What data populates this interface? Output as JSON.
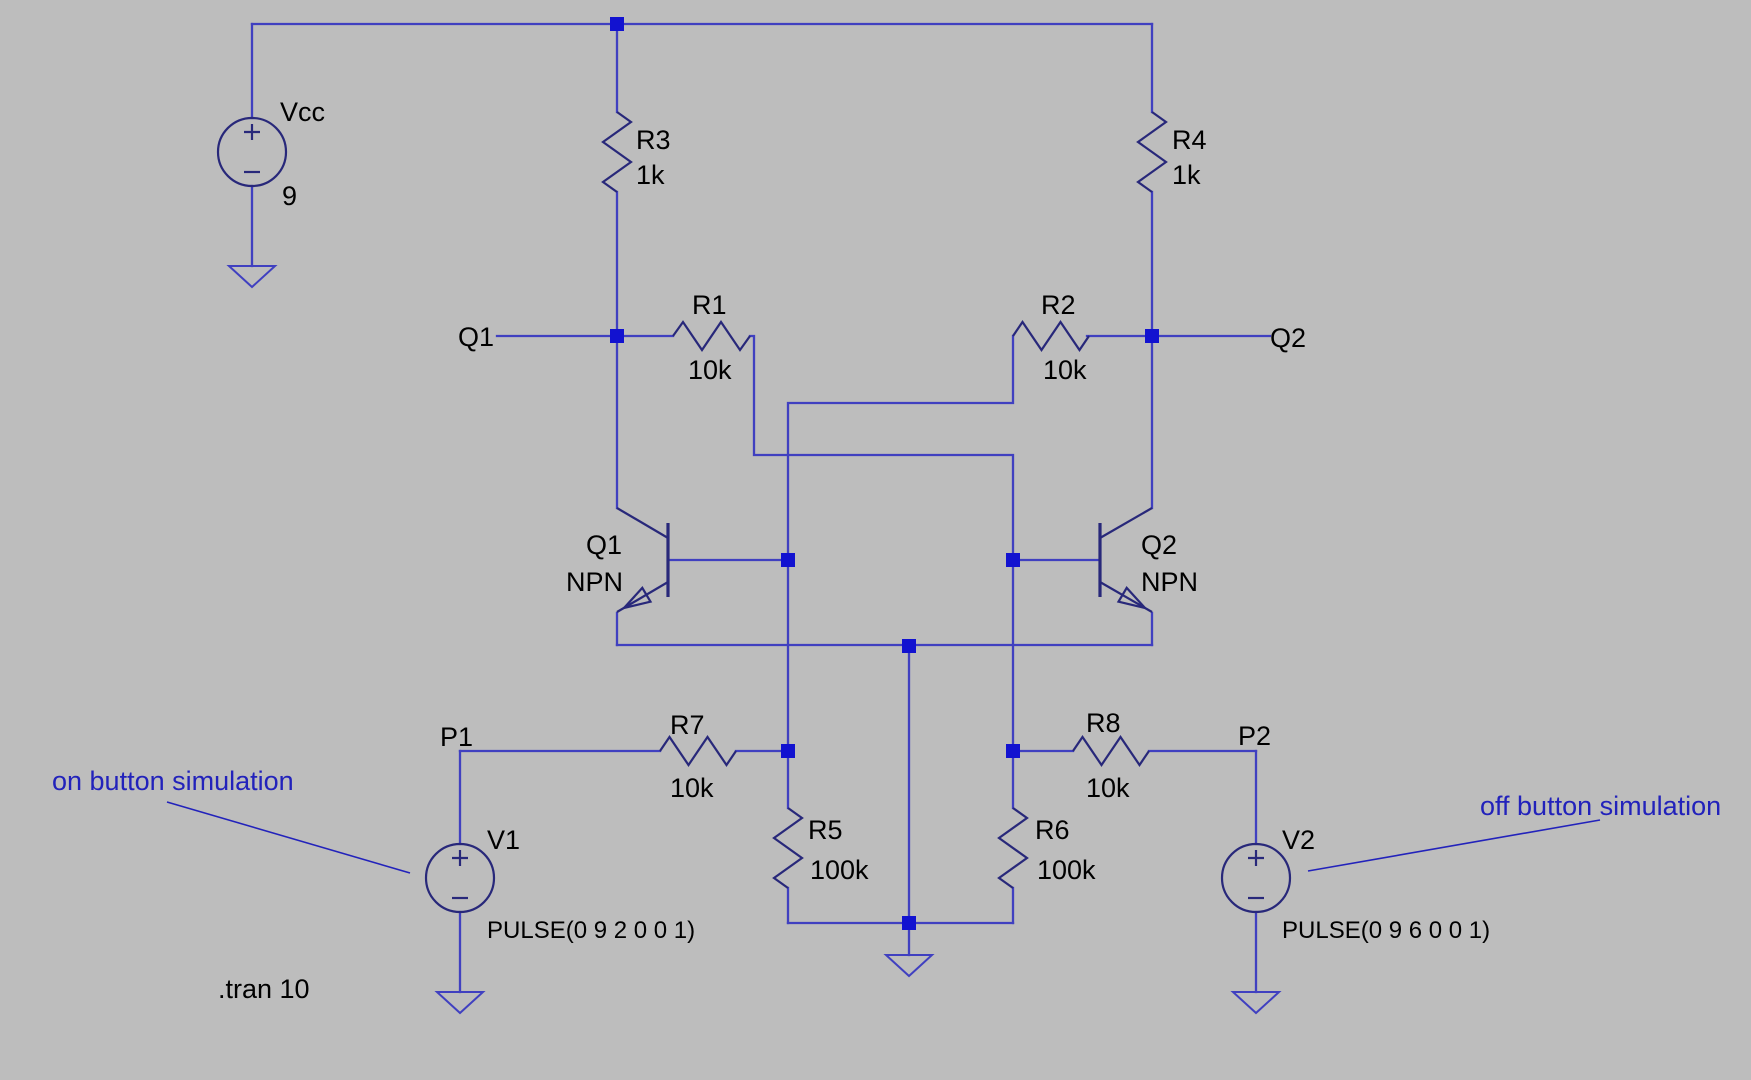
{
  "colors": {
    "background": "#bdbdbd",
    "wire": "#4040c0",
    "symbol": "#28287a",
    "junction": "#1212d0",
    "annotation": "#2222bb",
    "label": "#000000"
  },
  "components": {
    "vcc": {
      "name": "Vcc",
      "value": "9"
    },
    "r1": {
      "name": "R1",
      "value": "10k"
    },
    "r2": {
      "name": "R2",
      "value": "10k"
    },
    "r3": {
      "name": "R3",
      "value": "1k"
    },
    "r4": {
      "name": "R4",
      "value": "1k"
    },
    "r5": {
      "name": "R5",
      "value": "100k"
    },
    "r6": {
      "name": "R6",
      "value": "100k"
    },
    "r7": {
      "name": "R7",
      "value": "10k"
    },
    "r8": {
      "name": "R8",
      "value": "10k"
    },
    "q1": {
      "name": "Q1",
      "type": "NPN"
    },
    "q2": {
      "name": "Q2",
      "type": "NPN"
    },
    "v1": {
      "name": "V1",
      "value": "PULSE(0 9 2 0 0 1)"
    },
    "v2": {
      "name": "V2",
      "value": "PULSE(0 9 6 0 0 1)"
    }
  },
  "nets": {
    "out_left": "Q1",
    "out_right": "Q2",
    "p1": "P1",
    "p2": "P2"
  },
  "annotations": {
    "on_label": "on button simulation",
    "off_label": "off button simulation",
    "directive": ".tran 10"
  }
}
